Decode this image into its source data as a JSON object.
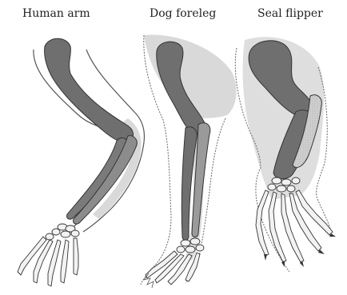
{
  "labels": {
    "human": "Human arm",
    "dog": "Dog foreleg",
    "seal": "Seal flipper"
  },
  "colors": {
    "humerus": "#6f6f6f",
    "radius_ulna": "#7a7a7a",
    "skin_shadow": "#d9d9d9",
    "outline": "#333333",
    "carpal_fill": "#f2f2f2"
  }
}
